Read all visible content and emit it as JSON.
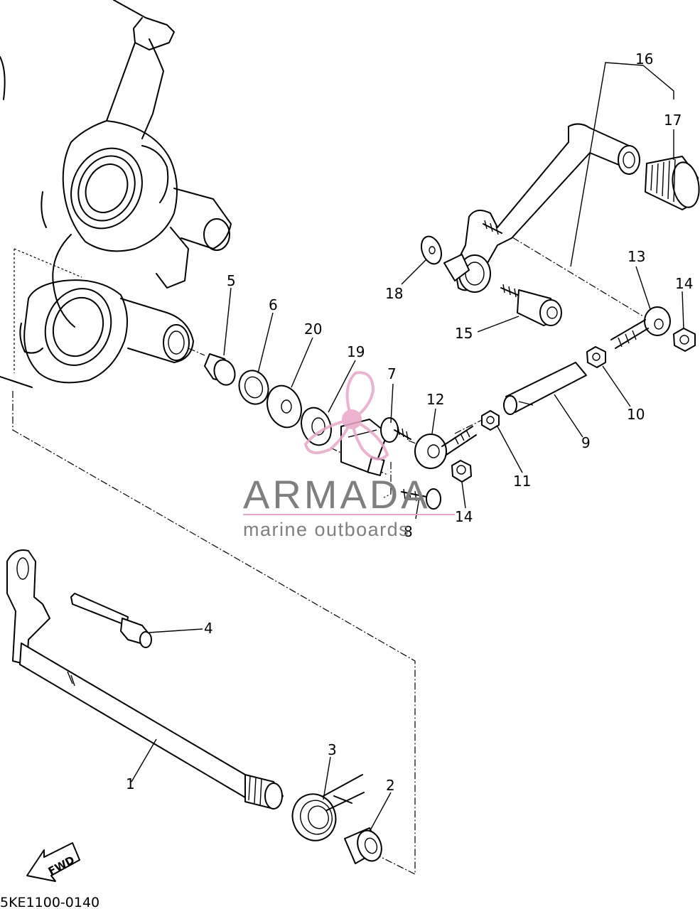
{
  "callouts": [
    {
      "id": "c1",
      "text": "1"
    },
    {
      "id": "c2",
      "text": "2"
    },
    {
      "id": "c3",
      "text": "3"
    },
    {
      "id": "c4",
      "text": "4"
    },
    {
      "id": "c5",
      "text": "5"
    },
    {
      "id": "c6",
      "text": "6"
    },
    {
      "id": "c7",
      "text": "7"
    },
    {
      "id": "c8",
      "text": "8"
    },
    {
      "id": "c9",
      "text": "9"
    },
    {
      "id": "c10",
      "text": "10"
    },
    {
      "id": "c11",
      "text": "11"
    },
    {
      "id": "c12",
      "text": "12"
    },
    {
      "id": "c13",
      "text": "13"
    },
    {
      "id": "c14a",
      "text": "14"
    },
    {
      "id": "c14b",
      "text": "14"
    },
    {
      "id": "c15",
      "text": "15"
    },
    {
      "id": "c16",
      "text": "16"
    },
    {
      "id": "c17",
      "text": "17"
    },
    {
      "id": "c18",
      "text": "18"
    },
    {
      "id": "c19",
      "text": "19"
    },
    {
      "id": "c20",
      "text": "20"
    }
  ],
  "fwd_label": "FWD",
  "diagram_code": "5KE1100-0140",
  "watermark": {
    "brand": "ARMADA",
    "tagline": "marine outboards",
    "accent_color": "#e8a6c8",
    "text_color": "#7f7f7f"
  }
}
